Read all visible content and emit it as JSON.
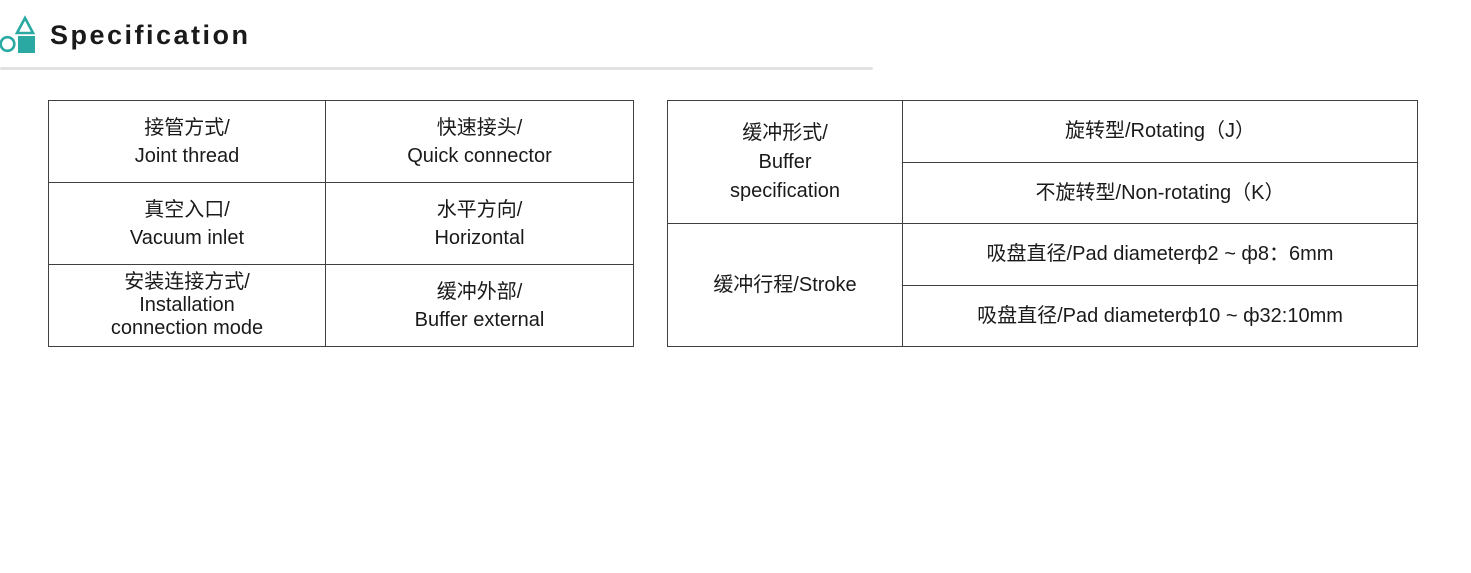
{
  "header": {
    "title": "Specification",
    "icon": "geometric-shapes-icon",
    "accent_color": "#2aa8a2",
    "rule_color": "#e2e2e2"
  },
  "left_table": {
    "rows": [
      {
        "c1": [
          "接管方式/",
          "Joint thread"
        ],
        "c2": [
          "快速接头/",
          "Quick connector"
        ]
      },
      {
        "c1": [
          "真空入口/",
          "Vacuum inlet"
        ],
        "c2": [
          "水平方向/",
          "Horizontal"
        ]
      },
      {
        "c1": [
          "安装连接方式/",
          "Installation",
          "connection mode"
        ],
        "c2": [
          "缓冲外部/",
          "Buffer external"
        ]
      }
    ]
  },
  "right_table": {
    "groups": [
      {
        "header_lines": [
          "缓冲形式/",
          "Buffer",
          "specification"
        ],
        "values": [
          "旋转型/Rotating（J）",
          "不旋转型/Non-rotating（K）"
        ]
      },
      {
        "header_lines": [
          "缓冲行程/Stroke"
        ],
        "values": [
          "吸盘直径/Pad diameterф2 ~ ф8：6mm",
          "吸盘直径/Pad diameterф10 ~ ф32:10mm"
        ]
      }
    ]
  }
}
